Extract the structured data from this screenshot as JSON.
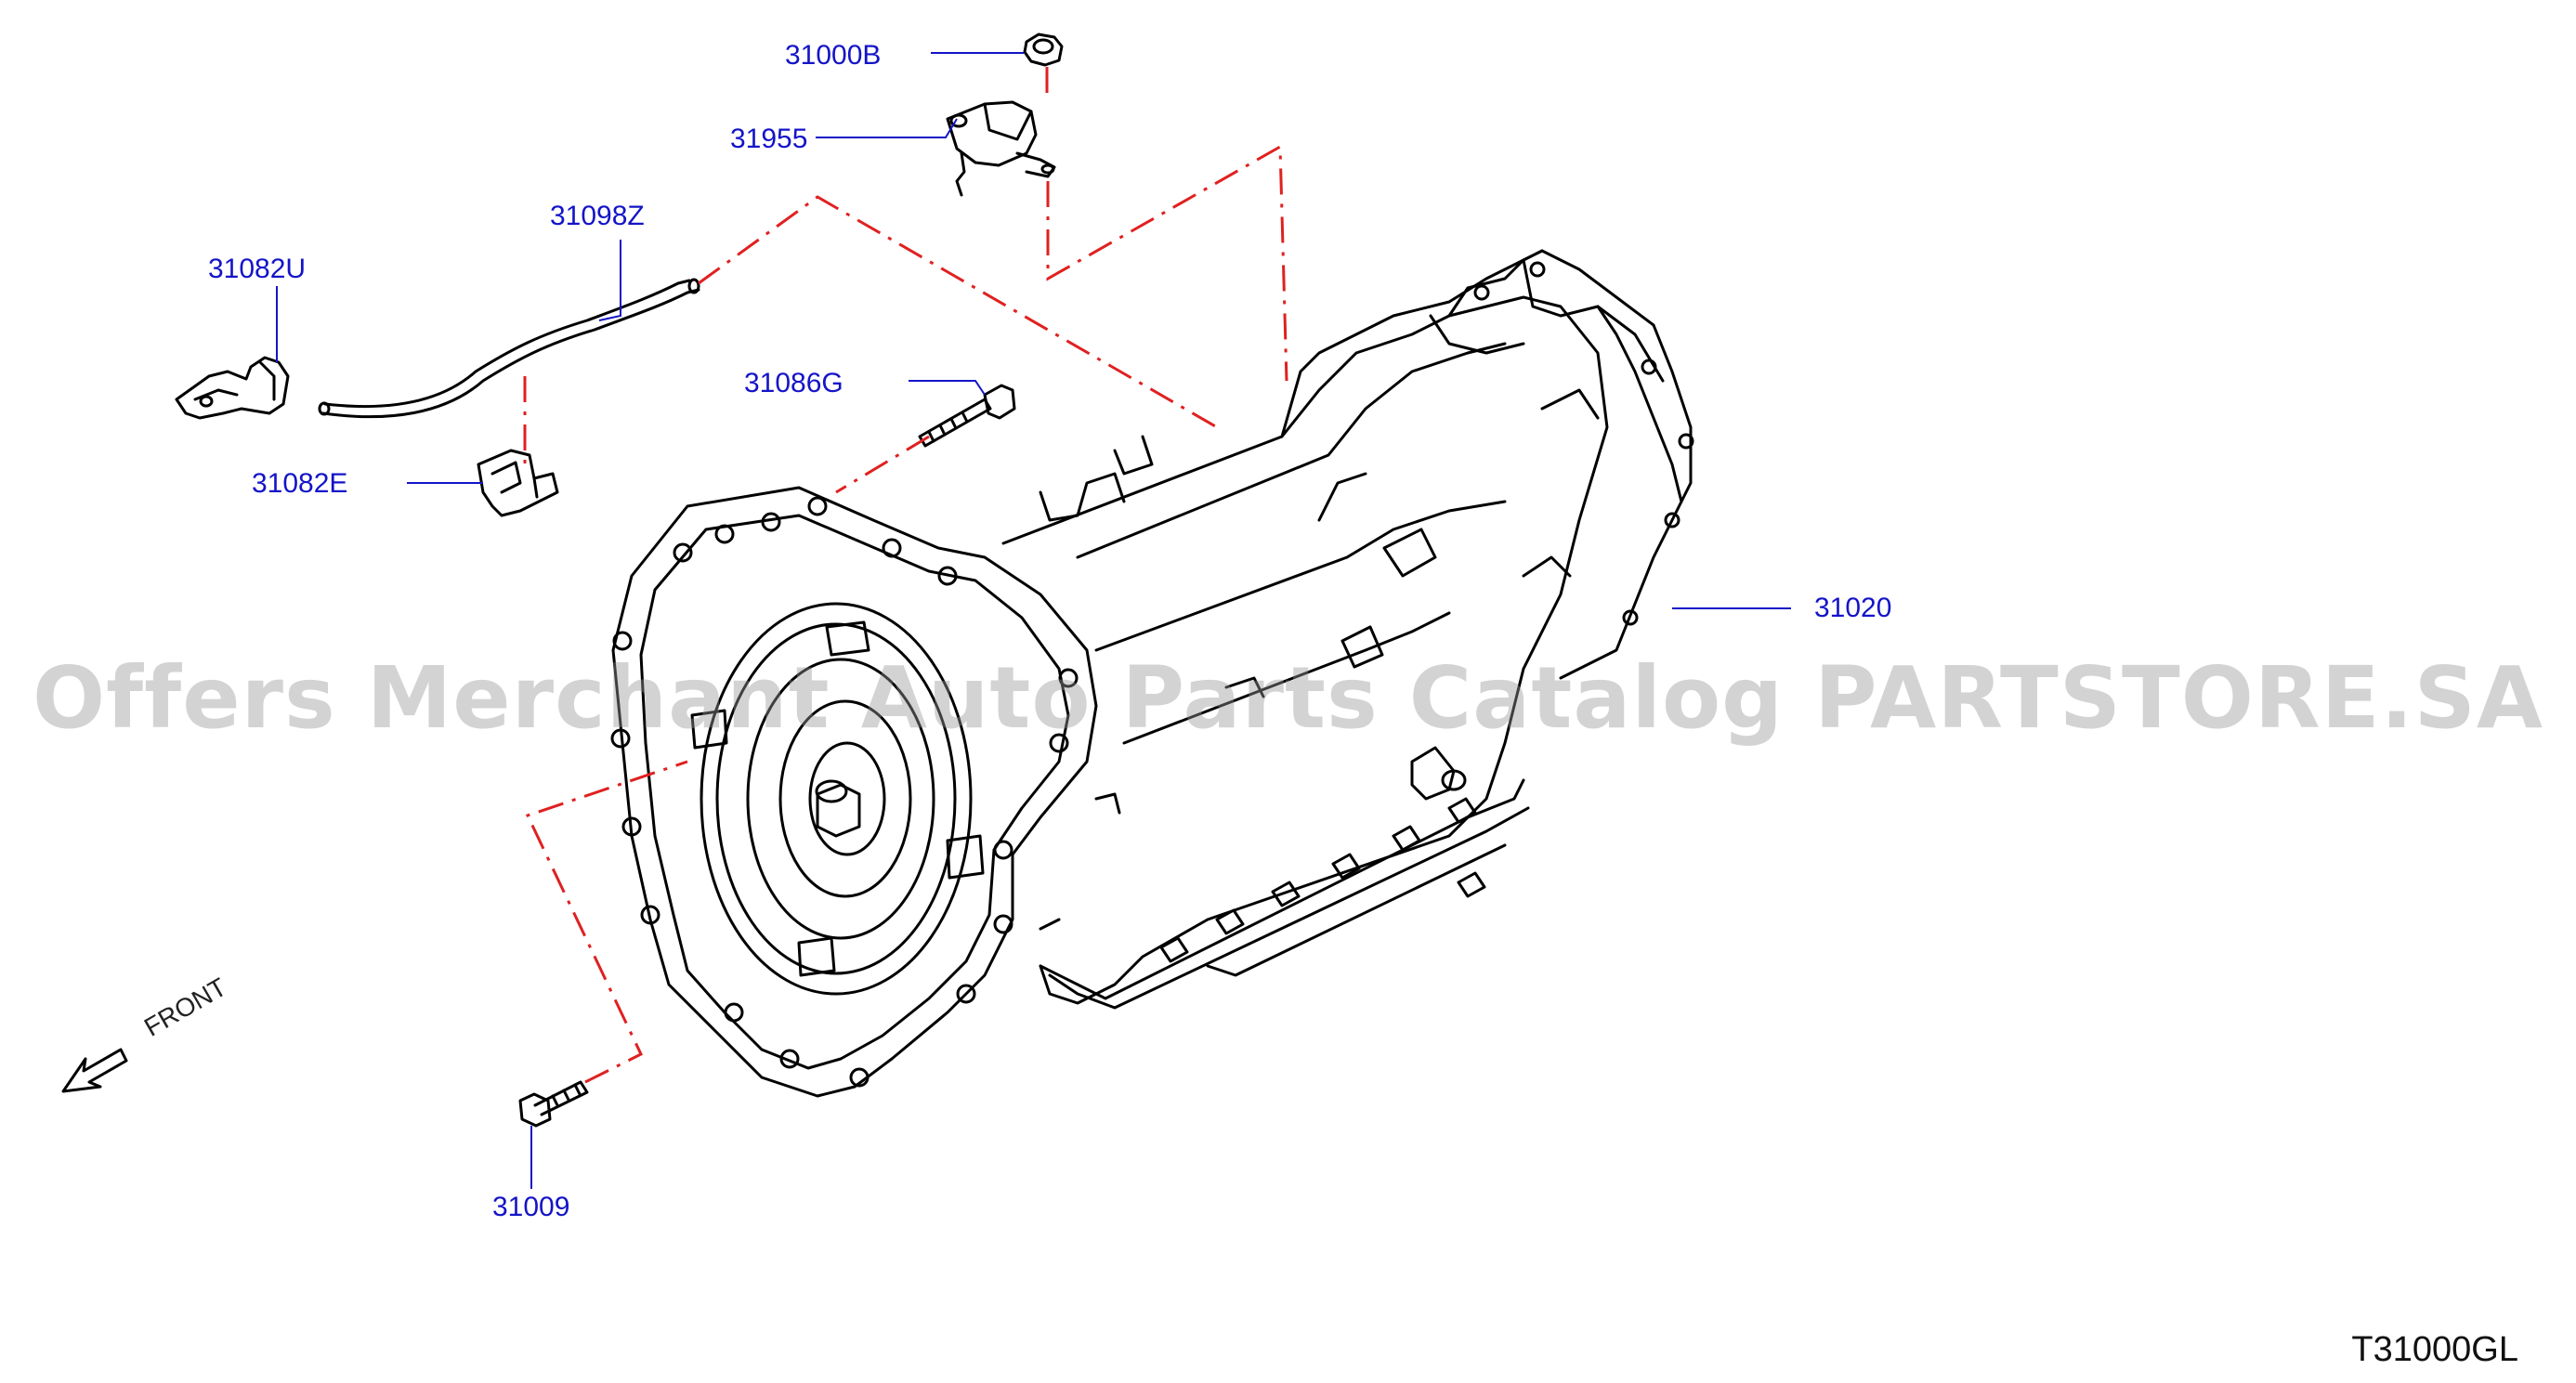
{
  "parts": {
    "p31000B": "31000B",
    "p31955": "31955",
    "p31098Z": "31098Z",
    "p31082U": "31082U",
    "p31086G": "31086G",
    "p31082E": "31082E",
    "p31020": "31020",
    "p31009": "31009"
  },
  "front_label": "FRONT",
  "diagram_code": "T31000GL",
  "watermark": "Offers Merchant Auto Parts Catalog PARTSTORE.SA",
  "colors": {
    "label": "#1414c8",
    "leader": "#1414c8",
    "dash": "#e02020",
    "outline": "#000000"
  }
}
